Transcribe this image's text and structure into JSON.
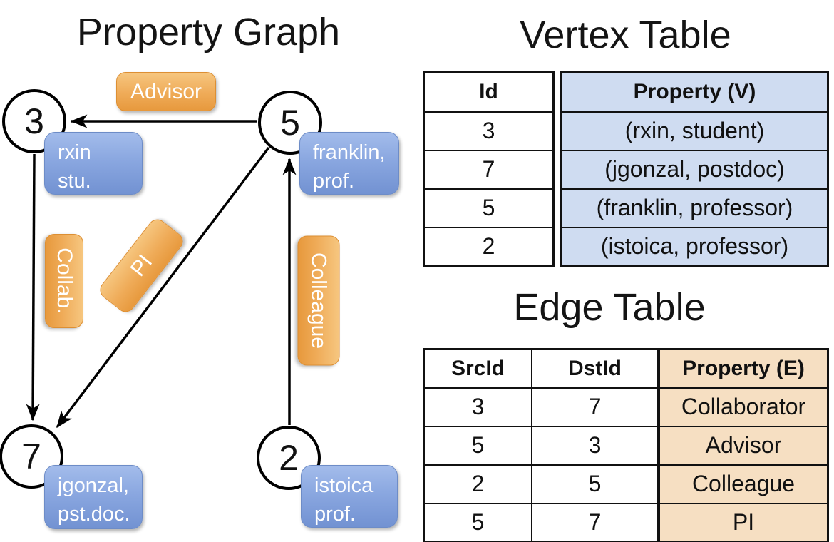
{
  "graph": {
    "title": "Property Graph",
    "nodes": {
      "n3": {
        "id": "3",
        "prop_line1": "rxin",
        "prop_line2": "stu."
      },
      "n5": {
        "id": "5",
        "prop_line1": "franklin,",
        "prop_line2": "prof."
      },
      "n7": {
        "id": "7",
        "prop_line1": "jgonzal,",
        "prop_line2": "pst.doc."
      },
      "n2": {
        "id": "2",
        "prop_line1": "istoica",
        "prop_line2": "prof."
      }
    },
    "edge_labels": {
      "advisor": "Advisor",
      "collab": "Collab.",
      "pi": "PI",
      "colleague": "Colleague"
    }
  },
  "vertex_table": {
    "title": "Vertex Table",
    "col_id": "Id",
    "col_property": "Property (V)",
    "rows": [
      {
        "id": "3",
        "property": "(rxin, student)"
      },
      {
        "id": "7",
        "property": "(jgonzal, postdoc)"
      },
      {
        "id": "5",
        "property": "(franklin, professor)"
      },
      {
        "id": "2",
        "property": "(istoica, professor)"
      }
    ]
  },
  "edge_table": {
    "title": "Edge Table",
    "col_src": "SrcId",
    "col_dst": "DstId",
    "col_property": "Property (E)",
    "rows": [
      {
        "src": "3",
        "dst": "7",
        "property": "Collaborator"
      },
      {
        "src": "5",
        "dst": "3",
        "property": "Advisor"
      },
      {
        "src": "2",
        "dst": "5",
        "property": "Colleague"
      },
      {
        "src": "5",
        "dst": "7",
        "property": "PI"
      }
    ]
  },
  "colors": {
    "vertex_box_blue": "#7e9cd9",
    "edge_box_orange": "#eda84f",
    "vertex_table_fill": "#cfdcf1",
    "edge_table_fill": "#f6dfc2"
  }
}
